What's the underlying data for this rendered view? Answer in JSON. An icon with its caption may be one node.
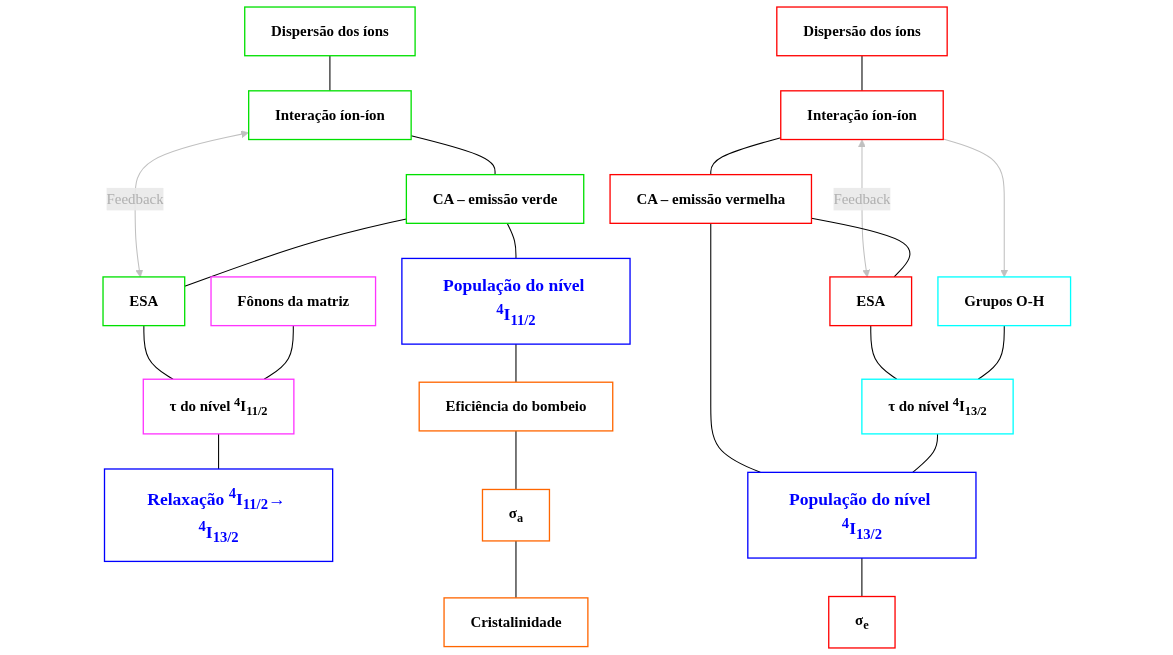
{
  "diagram": {
    "nodes": [
      {
        "text": [
          "Dispersão dos íons"
        ]
      },
      {
        "text": [
          "Interação íon-íon"
        ]
      },
      {
        "text": [
          "Fônons da matriz"
        ]
      },
      {
        "text": [
          "CA – emissão verde"
        ]
      },
      {
        "text": [
          "ESA"
        ]
      },
      {
        "text": [
          "τ do nível $^{4}$I$_{11/2}$"
        ]
      },
      {
        "text": [
          "População do nível $^{4}$I$_{11/2}$"
        ]
      },
      {
        "text": [
          "Relaxação $^{4}$I$_{11/2}$→ $^{4}$I$_{13/2}$"
        ]
      },
      {
        "text": [
          "Eficiência do bombeio"
        ]
      },
      {
        "text": [
          "σ$_{a}$"
        ]
      },
      {
        "text": [
          "Cristalinidade"
        ]
      },
      {
        "text": [
          "Dispersão dos íons"
        ]
      },
      {
        "text": [
          "Interação íon-íon"
        ]
      },
      {
        "text": [
          "Grupos O-H"
        ]
      },
      {
        "text": [
          "CA – emissão vermelha"
        ]
      },
      {
        "text": [
          "ESA"
        ]
      },
      {
        "text": [
          "τ do nível $^{4}$I$_{13/2}$"
        ]
      },
      {
        "text": [
          "População do nível $^{4}$I$_{13/2}$"
        ]
      },
      {
        "text": [
          "σ$_{e}$"
        ]
      }
    ],
    "edges": [
      {
        "from": 0,
        "to": 1,
        "arrow": "none"
      },
      {
        "from": 1,
        "to": 3,
        "arrow": "none"
      },
      {
        "from": 1,
        "to": 4,
        "arrow": "both",
        "label": "Feedback",
        "color": "#c0c0c0"
      },
      {
        "from": 3,
        "to": 4,
        "arrow": "none"
      },
      {
        "from": 4,
        "to": 5,
        "arrow": "none"
      },
      {
        "from": 2,
        "to": 5,
        "arrow": "none"
      },
      {
        "from": 3,
        "to": 6,
        "arrow": "none"
      },
      {
        "from": 5,
        "to": 7,
        "arrow": "none"
      },
      {
        "from": 6,
        "to": 8,
        "arrow": "none"
      },
      {
        "from": 8,
        "to": 9,
        "arrow": "none"
      },
      {
        "from": 9,
        "to": 10,
        "arrow": "none"
      },
      {
        "from": 11,
        "to": 12,
        "arrow": "none"
      },
      {
        "from": 12,
        "to": 13,
        "arrow": "to",
        "color": "#c0c0c0"
      },
      {
        "from": 12,
        "to": 15,
        "arrow": "both",
        "label": "Feedback",
        "color": "#c0c0c0"
      },
      {
        "from": 12,
        "to": 14,
        "arrow": "none"
      },
      {
        "from": 14,
        "to": 15,
        "arrow": "none"
      },
      {
        "from": 15,
        "to": 16,
        "arrow": "none"
      },
      {
        "from": 13,
        "to": 16,
        "arrow": "none"
      },
      {
        "from": 14,
        "to": 17,
        "arrow": "none"
      },
      {
        "from": 16,
        "to": 17,
        "arrow": "none"
      },
      {
        "from": 17,
        "to": 18,
        "arrow": "none"
      }
    ]
  }
}
